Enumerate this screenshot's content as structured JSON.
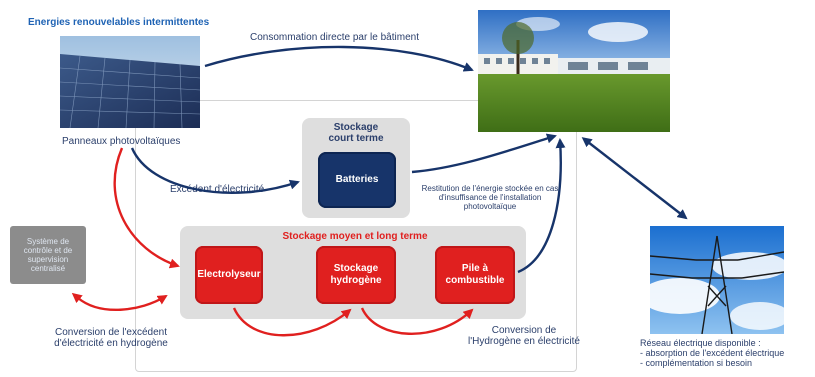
{
  "top_left_title": "Energies renouvelables intermittentes",
  "top_arrow_label": "Consommation directe par le bâtiment",
  "solar_caption": "Panneaux photovoltaïques",
  "short_term": {
    "title": "Stockage court terme",
    "box": "Batteries"
  },
  "excess_label": "Excédent d'électricité",
  "restitution_label": "Restitution de l'énergie stockée en cas d'insuffisance de l'installation photovoltaïque",
  "supervision_label": "Système de contrôle et de supervision centralisé",
  "mid_long_term": {
    "title": "Stockage moyen et long terme",
    "electrolyser": "Electrolyseur",
    "h2_storage": "Stockage hydrogène",
    "fuel_cell": "Pile à combustible"
  },
  "conversion_left": "Conversion de l'excédent d'électricité en hydrogène",
  "conversion_right": "Conversion de l'Hydrogène en électricité",
  "grid_caption": "Réseau électrique disponible :",
  "grid_items": [
    "- absorption de l'excédent électrique",
    "- complémentation si besoin"
  ],
  "colors": {
    "navy": "#17346a",
    "red": "#e0201f",
    "blue_title": "#1f63b4"
  }
}
